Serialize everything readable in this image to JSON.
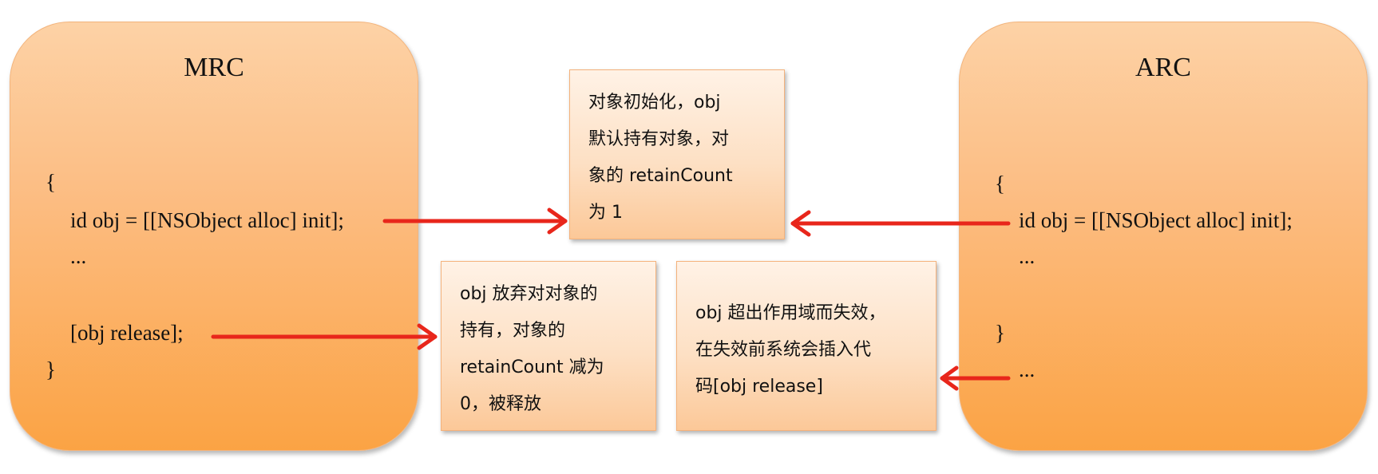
{
  "mrc": {
    "title": "MRC",
    "code": [
      "{",
      "id obj = [[NSObject alloc] init];",
      "...",
      "[obj release];",
      "}"
    ]
  },
  "arc": {
    "title": "ARC",
    "code": [
      "{",
      "id obj = [[NSObject alloc] init];",
      "...",
      "}",
      "..."
    ]
  },
  "notes": {
    "init": [
      "对象初始化，obj",
      "默认持有对象，对",
      "象的 retainCount",
      "为 1"
    ],
    "release": [
      "obj 放弃对对象的",
      "持有，对象的",
      "retainCount 减为",
      "0，被释放"
    ],
    "arc_release": [
      "obj 超出作用域而失效，",
      "在失效前系统会插入代",
      "码[obj release]"
    ]
  },
  "colors": {
    "panel_fill": "#fcbd83",
    "note_fill": "#fde0c4",
    "arrow": "#e8261b"
  }
}
